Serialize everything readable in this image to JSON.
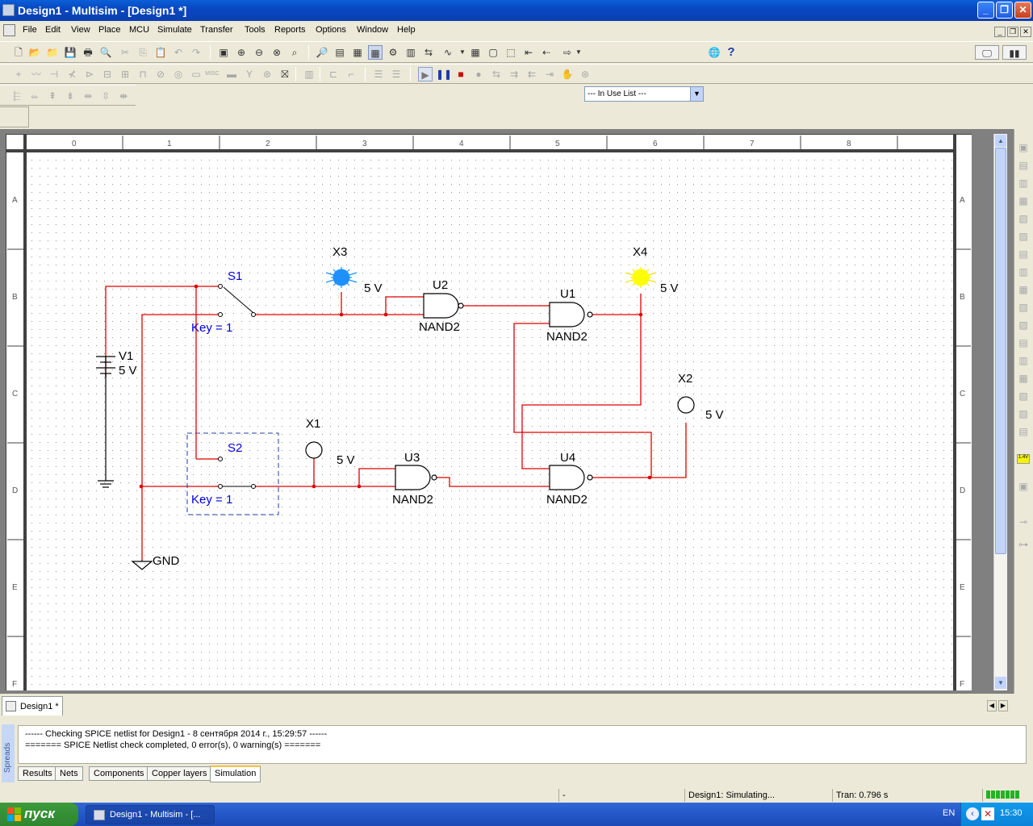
{
  "window": {
    "title": "Design1 - Multisim - [Design1 *]",
    "controls": {
      "minimize": "_",
      "restore": "❐",
      "close": "✕"
    }
  },
  "menu": {
    "items": [
      "File",
      "Edit",
      "View",
      "Place",
      "MCU",
      "Simulate",
      "Transfer",
      "Tools",
      "Reports",
      "Options",
      "Window",
      "Help"
    ]
  },
  "toolbar": {
    "in_use_list": "--- In Use List ---"
  },
  "ruler": {
    "columns": [
      "0",
      "1",
      "2",
      "3",
      "4",
      "5",
      "6",
      "7",
      "8"
    ],
    "rows": [
      "A",
      "B",
      "C",
      "D",
      "E",
      "F"
    ]
  },
  "schematic": {
    "components": {
      "s1_name": "S1",
      "s1_key": "Key = 1",
      "s2_name": "S2",
      "s2_key": "Key = 1",
      "v1_name": "V1",
      "v1_value": "5 V",
      "gnd": "GND",
      "x1_name": "X1",
      "x1_value": "5 V",
      "x2_name": "X2",
      "x2_value": "5 V",
      "x3_name": "X3",
      "x3_value": "5 V",
      "x4_name": "X4",
      "x4_value": "5 V",
      "u1_name": "U1",
      "u1_type": "NAND2",
      "u2_name": "U2",
      "u2_type": "NAND2",
      "u3_name": "U3",
      "u3_type": "NAND2",
      "u4_name": "U4",
      "u4_type": "NAND2"
    },
    "colors": {
      "wire": "#e00000",
      "label_blue": "#0000e0",
      "probe_x3": "#1e90ff",
      "probe_x4": "#ffff00"
    }
  },
  "doc_tab": {
    "label": "Design1 *"
  },
  "output": {
    "side_label": "Spreads",
    "line1": "------ Checking SPICE netlist for Design1 - 8 сентября 2014 г., 15:29:57 ------",
    "line2": "======= SPICE Netlist check completed, 0 error(s), 0 warning(s) =======",
    "tabs": [
      "Results",
      "Nets",
      "Components",
      "Copper layers",
      "Simulation"
    ],
    "active_tab": "Simulation"
  },
  "status": {
    "cell1": "-",
    "cell2": "Design1: Simulating...",
    "cell3": "Tran: 0.796 s"
  },
  "taskbar": {
    "start": "пуск",
    "task": "Design1 - Multisim - [...",
    "lang": "EN",
    "clock": "15:30"
  }
}
